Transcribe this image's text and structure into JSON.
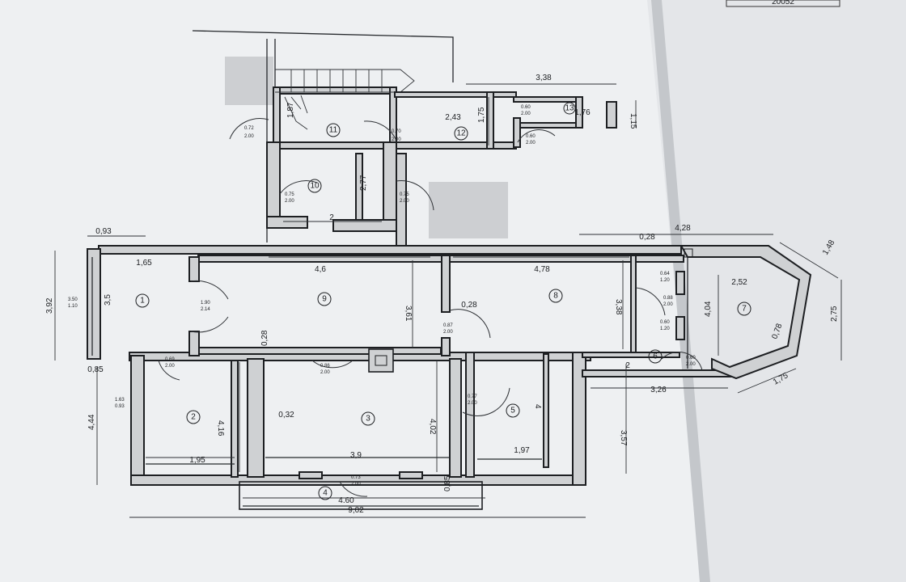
{
  "plan": {
    "stamp_text": "20052",
    "rooms": [
      "1",
      "2",
      "3",
      "4",
      "5",
      "6",
      "7",
      "8",
      "9",
      "10",
      "11",
      "12",
      "13"
    ],
    "overall": {
      "width_total": "9,02",
      "width_bottom_bay": "4.60",
      "depth_bottom_bay": "0,85",
      "left_height_upper": "3,92",
      "left_height_lower": "4,44",
      "right_height_lower": "3,57",
      "top_right_width": "4,28",
      "stair_width": "3,38"
    },
    "dims": {
      "d093": "0,93",
      "d165": "1,65",
      "d35": "3,5",
      "d46": "4,6",
      "d361": "3,61",
      "d478": "4,78",
      "d338": "3,38",
      "d028a": "0,28",
      "d028b": "0,28",
      "d028c": "0,28",
      "d252": "2,52",
      "d404": "4,04",
      "d275": "2,75",
      "d148": "1,48",
      "d078": "0,78",
      "d175b": "1,75",
      "d326": "3,26",
      "d2": "2",
      "d2b": "2",
      "d416": "4,16",
      "d195": "1,95",
      "d032": "0,32",
      "d39": "3,9",
      "d402": "4,02",
      "d197": "1,97",
      "d4": "4",
      "d243": "2,43",
      "d175": "1,75",
      "d187": "1,87",
      "d277": "2,77",
      "d176": "1,76",
      "d115": "1,15",
      "d085": "0,85"
    },
    "door_labels": {
      "l072": "0.72",
      "l072b": "2.00",
      "l070": "0.70",
      "l070b": "2.00",
      "l060": "0.60",
      "l060b": "2.00",
      "l060c": "0.60",
      "l060d": "2.00",
      "l075": "0.75",
      "l075b": "2.00",
      "l075c": "0.75",
      "l075d": "2.00",
      "l087": "0.87",
      "l087b": "2.00",
      "l077": "0.77",
      "l077b": "2.00",
      "l190": "1.90",
      "l190b": "2.14",
      "l086": "0.86",
      "l086b": "2.00",
      "l069": "0.69",
      "l069b": "2.00",
      "l073": "0.73",
      "l073b": "2.00",
      "l088": "0.88",
      "l088b": "2.00",
      "l064": "0.64",
      "l064b": "1.20",
      "l060e": "0.60",
      "l060f": "1.20",
      "l060g": "0.60",
      "l060h": "2.00",
      "l350": "3.50",
      "l350b": "1.10",
      "l163": "1.63",
      "l163b": "0.93"
    }
  }
}
